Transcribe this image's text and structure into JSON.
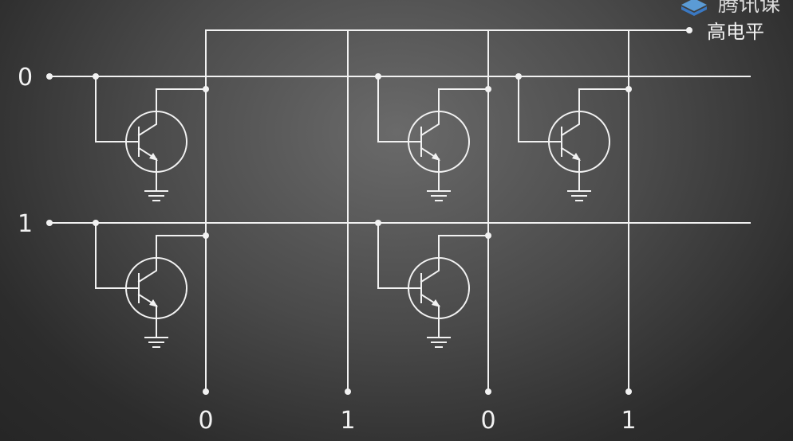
{
  "row_labels": [
    "0",
    "1"
  ],
  "column_labels": [
    "0",
    "1",
    "0",
    "1"
  ],
  "high_level_label": "高电平",
  "watermark": {
    "brand_text": "腾讯课",
    "logo_icon": "layered-diamond-logo-icon",
    "logo_colors": [
      "#5b9bd5",
      "#3a78c2"
    ]
  },
  "transistor_cells": [
    {
      "row": 0,
      "column": 0
    },
    {
      "row": 0,
      "column": 2
    },
    {
      "row": 0,
      "column": 3
    },
    {
      "row": 1,
      "column": 0
    },
    {
      "row": 1,
      "column": 2
    }
  ],
  "colors": {
    "wire": "#f2f2f2",
    "text": "#f2f2f2"
  }
}
